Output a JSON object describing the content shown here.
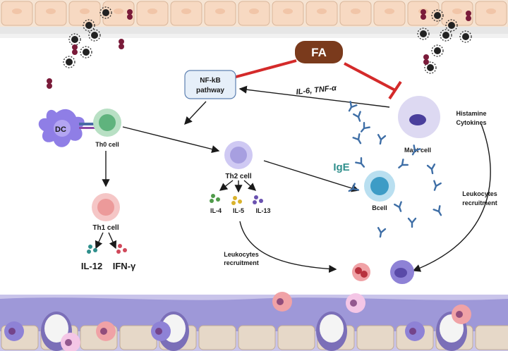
{
  "fa": {
    "label": "FA",
    "color": "#7a3a1c"
  },
  "nfkb": {
    "line1": "NF-kB",
    "line2": "pathway"
  },
  "cytokine_signal": {
    "label": "IL-6, TNF-α"
  },
  "mast_cell": {
    "label": "Mast cell",
    "products_line1": "Histamine",
    "products_line2": "Cytokines"
  },
  "dc": {
    "label": "DC"
  },
  "th0": {
    "label": "Th0 cell"
  },
  "th1": {
    "label": "Th1 cell",
    "out1": "IL-12",
    "out2": "IFN-γ"
  },
  "th2": {
    "label": "Th2 cell",
    "out1": "IL-4",
    "out2": "IL-5",
    "out3": "IL-13"
  },
  "ige": {
    "label": "IgE"
  },
  "bcell": {
    "label": "Bcell"
  },
  "leuko_left": {
    "line1": "Leukocytes",
    "line2": "recruitment"
  },
  "leuko_right": {
    "line1": "Leukocytes",
    "line2": "recruitment"
  },
  "colors": {
    "inhibition": "#d42a2a",
    "epithelium": "#f3dcc9",
    "tissue": "#8e8ad0",
    "th2_cell": "#a79fe0",
    "th1_cell": "#f0a8a8",
    "th0_cell": "#7fc49a",
    "bcell": "#4da2c6"
  }
}
